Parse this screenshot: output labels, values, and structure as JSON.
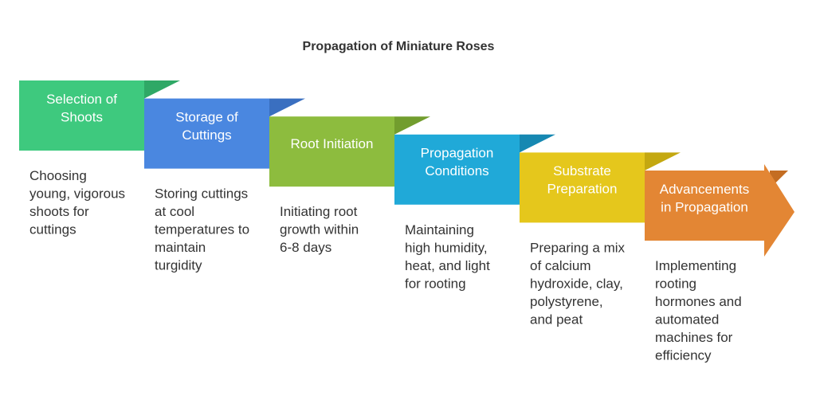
{
  "title": "Propagation of Miniature Roses",
  "steps": [
    {
      "label": [
        "Selection of",
        "Shoots"
      ],
      "description": [
        "Choosing",
        "young, vigorous",
        "shoots for",
        "cuttings"
      ],
      "color": "#3ec97e",
      "fold_color": "#2fa866"
    },
    {
      "label": [
        "Storage of",
        "Cuttings"
      ],
      "description": [
        "Storing cuttings",
        "at cool",
        "temperatures to",
        "maintain",
        "turgidity"
      ],
      "color": "#4a87e0",
      "fold_color": "#3a6fc0"
    },
    {
      "label": [
        "Root Initiation"
      ],
      "description": [
        "Initiating root",
        "growth within",
        "6-8 days"
      ],
      "color": "#8dbc3e",
      "fold_color": "#729d2e"
    },
    {
      "label": [
        "Propagation",
        "Conditions"
      ],
      "description": [
        "Maintaining",
        "high humidity,",
        "heat, and light",
        "for rooting"
      ],
      "color": "#20a9d8",
      "fold_color": "#1688b2"
    },
    {
      "label": [
        "Substrate",
        "Preparation"
      ],
      "description": [
        "Preparing a mix",
        "of calcium",
        "hydroxide, clay,",
        "polystyrene,",
        "and peat"
      ],
      "color": "#e5c71c",
      "fold_color": "#c4a810"
    },
    {
      "label": [
        "Advancements",
        "in Propagation"
      ],
      "description": [
        "Implementing",
        "rooting",
        "hormones and",
        "automated",
        "machines for",
        "efficiency"
      ],
      "color": "#e38634",
      "fold_color": "#c46d22"
    }
  ]
}
